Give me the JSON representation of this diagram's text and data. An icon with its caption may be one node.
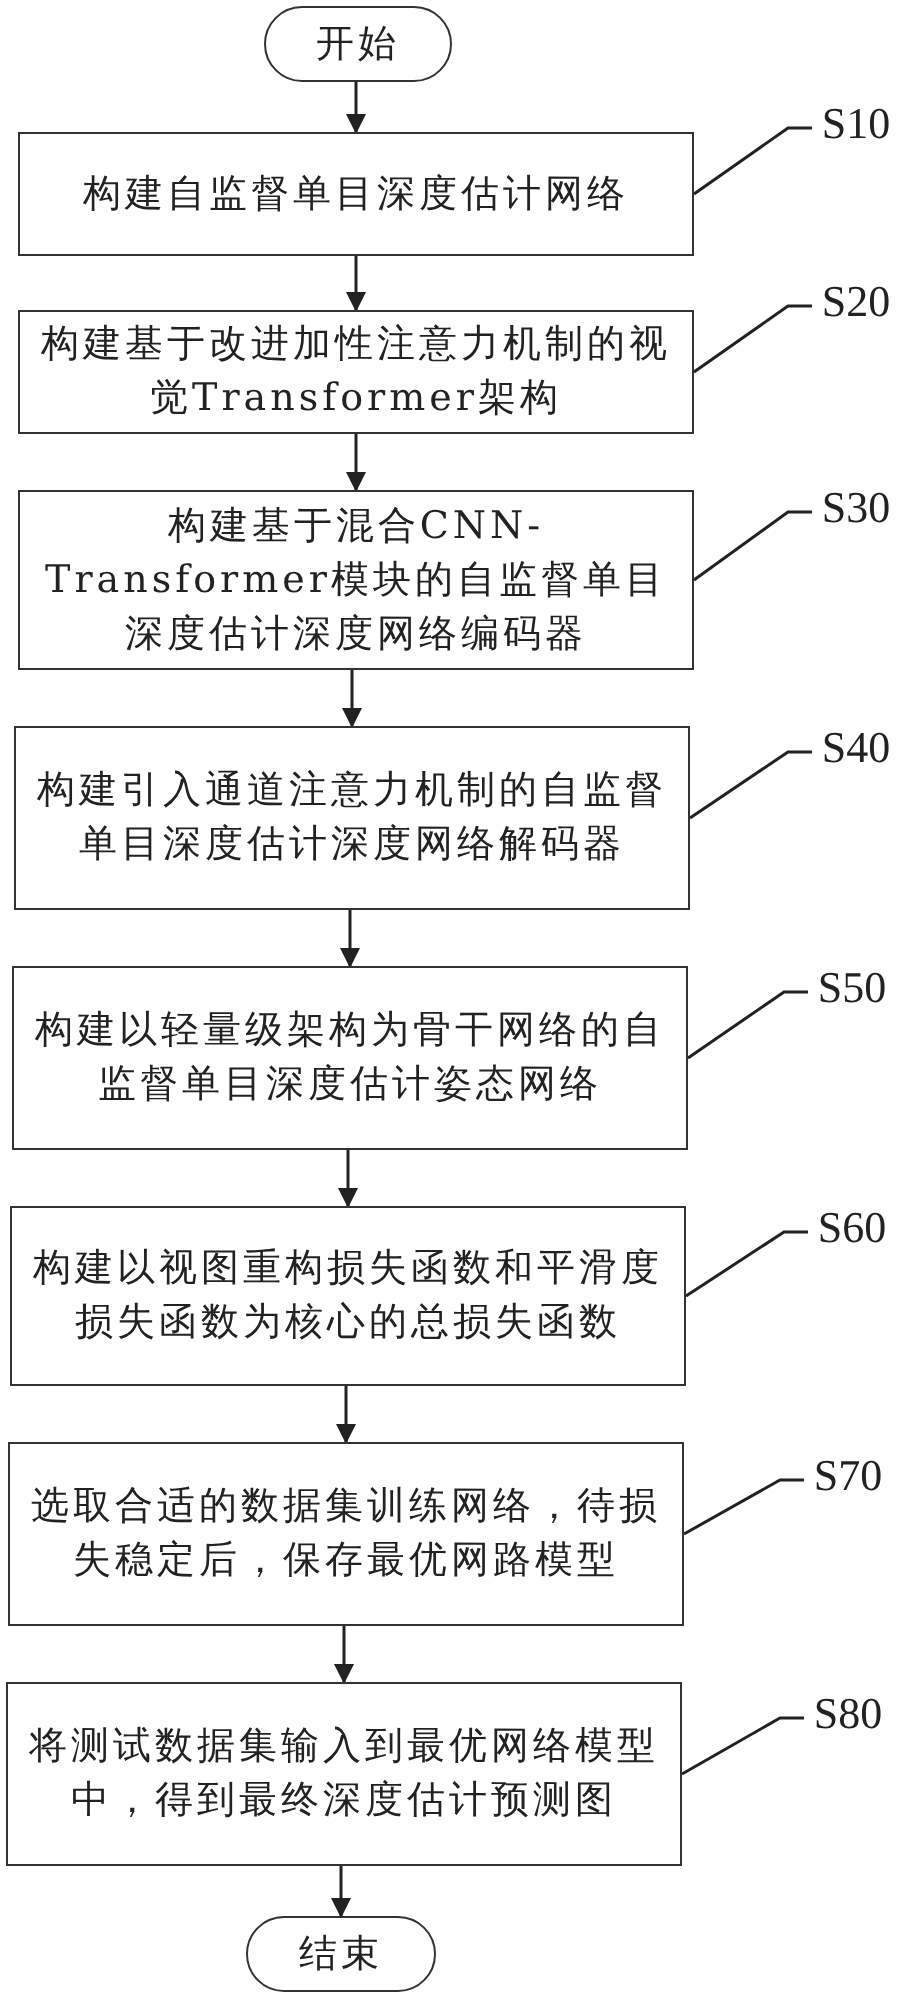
{
  "diagram": {
    "nodes": [
      {
        "text": [
          "开始"
        ]
      },
      {
        "text": [
          "构建自监督单目深度估计网络"
        ]
      },
      {
        "text": [
          "构建基于改进加性注意力机制的视觉Transformer架构"
        ]
      },
      {
        "text": [
          "构建基于混合CNN-Transformer模块的自监督单目深度估计深度网络编码器"
        ]
      },
      {
        "text": [
          "构建引入通道注意力机制的自监督单目深度估计深度网络解码器"
        ]
      },
      {
        "text": [
          "构建以轻量级架构为骨干网络的自监督单目深度估计姿态网络"
        ]
      },
      {
        "text": [
          "构建以视图重构损失函数和平滑度损失函数为核心的总损失函数"
        ]
      },
      {
        "text": [
          "选取合适的数据集训练网络，待损失稳定后，保存最优网路模型"
        ]
      },
      {
        "text": [
          "将测试数据集输入到最优网络模型中，得到最终深度估计预测图"
        ]
      },
      {
        "text": [
          "结束"
        ]
      },
      {
        "text": [
          "S10"
        ]
      },
      {
        "text": [
          "S20"
        ]
      },
      {
        "text": [
          "S30"
        ]
      },
      {
        "text": [
          "S40"
        ]
      },
      {
        "text": [
          "S50"
        ]
      },
      {
        "text": [
          "S60"
        ]
      },
      {
        "text": [
          "S70"
        ]
      },
      {
        "text": [
          "S80"
        ]
      }
    ],
    "edges": [
      {
        "from": 0,
        "to": 1,
        "arrow": "to"
      },
      {
        "from": 1,
        "to": 2,
        "arrow": "to"
      },
      {
        "from": 2,
        "to": 3,
        "arrow": "to"
      },
      {
        "from": 3,
        "to": 4,
        "arrow": "to"
      },
      {
        "from": 4,
        "to": 5,
        "arrow": "to"
      },
      {
        "from": 5,
        "to": 6,
        "arrow": "to"
      },
      {
        "from": 6,
        "to": 7,
        "arrow": "to"
      },
      {
        "from": 7,
        "to": 8,
        "arrow": "to"
      },
      {
        "from": 8,
        "to": 9,
        "arrow": "to"
      },
      {
        "from": 10,
        "to": 1,
        "arrow": "none"
      },
      {
        "from": 11,
        "to": 2,
        "arrow": "none"
      },
      {
        "from": 12,
        "to": 3,
        "arrow": "none"
      },
      {
        "from": 13,
        "to": 4,
        "arrow": "none"
      },
      {
        "from": 14,
        "to": 5,
        "arrow": "none"
      },
      {
        "from": 15,
        "to": 6,
        "arrow": "none"
      },
      {
        "from": 16,
        "to": 7,
        "arrow": "none"
      },
      {
        "from": 17,
        "to": 8,
        "arrow": "none"
      }
    ]
  }
}
